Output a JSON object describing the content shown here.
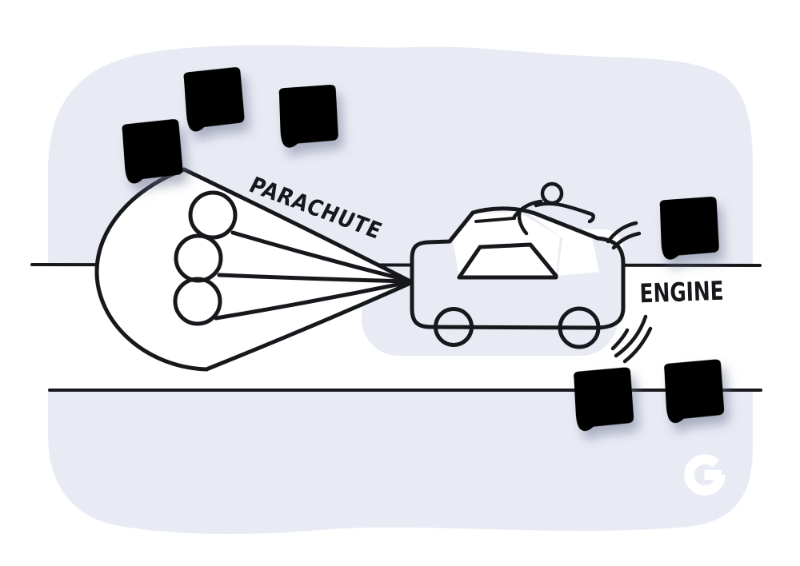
{
  "illustration": {
    "title": "car dragging a parachute sketch",
    "labels": {
      "parachute": "PARACHUTE",
      "engine": "ENGINE"
    },
    "logo": {
      "letter": "G"
    },
    "sticky_notes": {
      "count": 6,
      "content": "hand-drawn scribble lines (no legible text)"
    },
    "colors": {
      "blob": "#e9ebf4",
      "panel": "#ffffff",
      "ink": "#17181c",
      "sticky": "#c9e14d",
      "shade": "#e4e7f2"
    }
  }
}
